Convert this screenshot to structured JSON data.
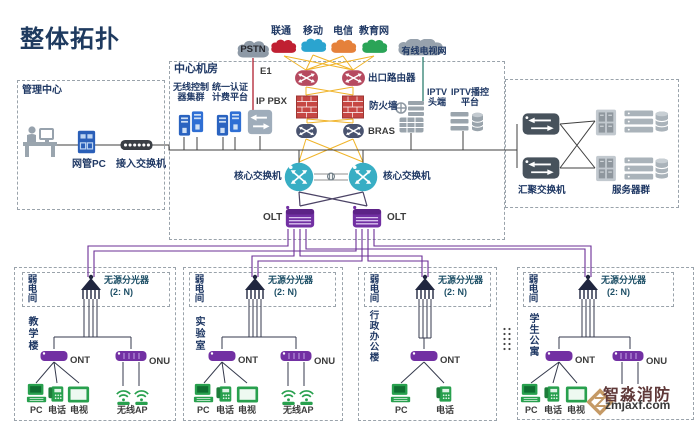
{
  "title": "整体拓扑",
  "clouds": {
    "pstn": "PSTN",
    "unicom": "联通",
    "mobile": "移动",
    "telecom": "电信",
    "edu": "教育网",
    "catv": "有线电视网"
  },
  "management": {
    "label": "管理中心",
    "pc": "网管PC",
    "access_switch": "接入交换机"
  },
  "center_room": {
    "label": "中心机房",
    "e1": "E1",
    "pbx": "IP PBX",
    "wlan_cluster": "无线控制\n器集群",
    "auth_billing": "统一认证\n计费平台",
    "exit_router": "出口路由器",
    "firewall": "防火墙",
    "bras": "BRAS",
    "core_switch_left": "核心交换机",
    "core_switch_right": "核心交换机",
    "olt_left": "OLT",
    "olt_right": "OLT",
    "iptv_headend": "IPTV\n头端",
    "iptv_platform": "IPTV播控\n平台"
  },
  "right_zone": {
    "agg_switch": "汇聚交换机",
    "server_farm": "服务器群"
  },
  "rooms": [
    {
      "room": "弱电间",
      "splitter": "无源分光器",
      "ratio": "(2: N)",
      "building": "教学楼",
      "ont": "ONT",
      "onu": "ONU",
      "pc": "PC",
      "phone": "电话",
      "tv": "电视",
      "ap": "无线AP"
    },
    {
      "room": "弱电间",
      "splitter": "无源分光器",
      "ratio": "(2: N)",
      "building": "实验室",
      "ont": "ONT",
      "onu": "ONU",
      "pc": "PC",
      "phone": "电话",
      "tv": "电视",
      "ap": "无线AP"
    },
    {
      "room": "弱电间",
      "splitter": "无源分光器",
      "ratio": "(2: N)",
      "building": "行政办公楼",
      "ont": "ONT",
      "pc": "PC",
      "phone": "电话"
    },
    {
      "room": "弱电间",
      "splitter": "无源分光器",
      "ratio": "(2: N)",
      "building": "学生公寓",
      "ont": "ONT",
      "onu": "ONU",
      "pc": "PC",
      "phone": "电话",
      "tv": "电视"
    }
  ],
  "watermark": {
    "brand": "智淼消防",
    "site": "zmjaxf.com"
  },
  "colors": {
    "navy_label": "#1f3864",
    "purple": "#6b2f96",
    "teal_switch": "#38aec4",
    "amber_line": "#f0b42a",
    "e1_red": "#b01f2f",
    "catv_teal": "#2e8070",
    "device_green": "#28a04e",
    "router_crimson": "#b64a60",
    "bras_navy": "#49536f",
    "firewall_red": "#c64744"
  },
  "icons": {
    "cloud": "cloud shape",
    "router": "pill with cross arrows",
    "firewall": "brick wall",
    "core-switch": "circle with cross arrows",
    "olt": "purple chassis",
    "splitter": "dark cone fan",
    "wifi-ap": "arcs over base",
    "server": "rack bars and database cylinders"
  }
}
